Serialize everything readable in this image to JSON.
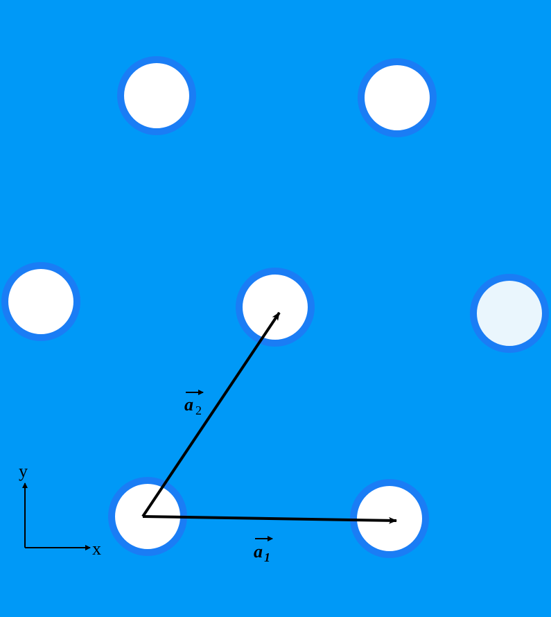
{
  "colors": {
    "background": "#0099f7",
    "hole_ring": "#1a7df5",
    "hole_fill": "#ffffff",
    "hole_fill_highlight": "#eaf6fd",
    "vector": "#000000"
  },
  "lattice": {
    "hole_count": 7
  },
  "vectors": {
    "a1": {
      "letter": "a",
      "subscript": "1"
    },
    "a2": {
      "letter": "a",
      "subscript": "2"
    }
  },
  "axes": {
    "x_label": "x",
    "y_label": "y"
  }
}
